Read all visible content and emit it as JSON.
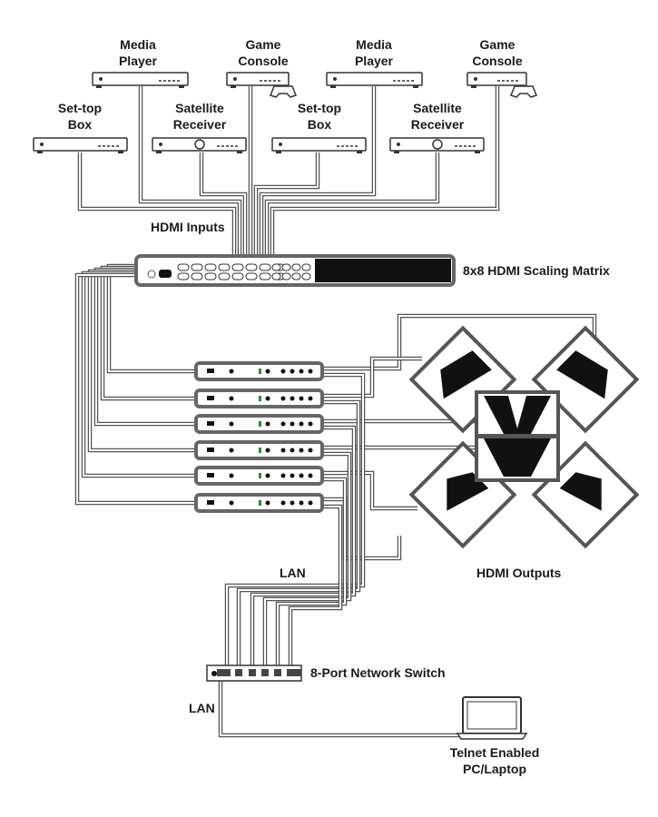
{
  "sources": [
    {
      "label_lines": [
        "Media",
        "Player"
      ]
    },
    {
      "label_lines": [
        "Game",
        "Console"
      ]
    },
    {
      "label_lines": [
        "Media",
        "Player"
      ]
    },
    {
      "label_lines": [
        "Game",
        "Console"
      ]
    },
    {
      "label_lines": [
        "Set-top",
        "Box"
      ]
    },
    {
      "label_lines": [
        "Satellite",
        "Receiver"
      ]
    },
    {
      "label_lines": [
        "Set-top",
        "Box"
      ]
    },
    {
      "label_lines": [
        "Satellite",
        "Receiver"
      ]
    }
  ],
  "hdmi_inputs_label": "HDMI Inputs",
  "matrix_label": "8x8 HDMI Scaling Matrix",
  "hdmi_outputs_label": "HDMI Outputs",
  "lan_label_top": "LAN",
  "switch_label": "8-Port Network Switch",
  "lan_label_bottom": "LAN",
  "laptop_label_lines": [
    "Telnet Enabled",
    "PC/Laptop"
  ],
  "colors": {
    "cable": "#555555",
    "device": "#333333",
    "screen": "#111111"
  }
}
